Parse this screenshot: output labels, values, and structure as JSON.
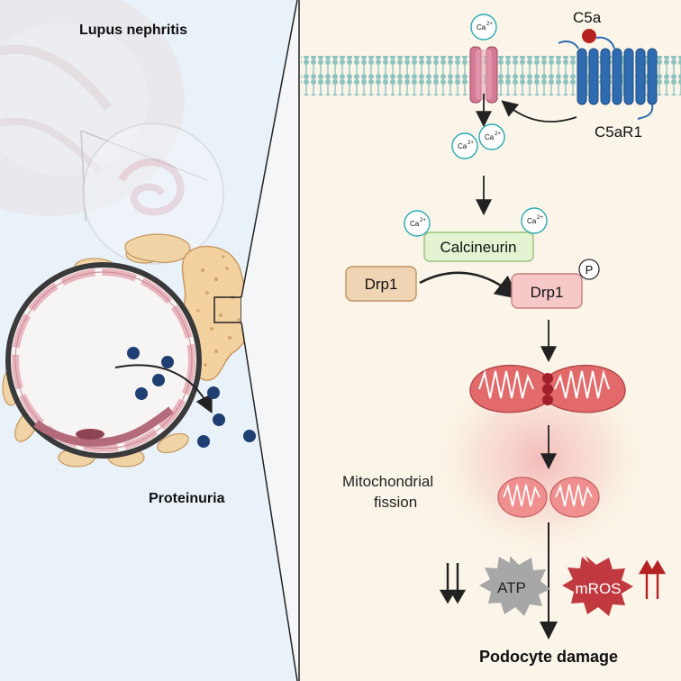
{
  "left": {
    "title": "Lupus nephritis",
    "bottom_label": "Proteinuria"
  },
  "right": {
    "ca_label": "Ca",
    "ca_superscript": "2+",
    "ligand": "C5a",
    "receptor": "C5aR1",
    "calcineurin": "Calcineurin",
    "drp1": "Drp1",
    "drp1_phospho": "Drp1",
    "phospho": "P",
    "fission_line1": "Mitochondrial",
    "fission_line2": "fission",
    "atp": "ATP",
    "mros": "mROS",
    "outcome": "Podocyte damage"
  },
  "colors": {
    "left_bg": "#eaf2f9",
    "right_bg": "#faf5e8",
    "membrane": "#8fc3c0",
    "channel": "#d47a96",
    "receptor": "#2e6bb0",
    "ligand": "#b52222",
    "calcineurin_fill": "#e4f3d2",
    "drp1_fill": "#f0d5b4",
    "drp1p_fill": "#f7c8c8",
    "mito": "#e26a6a",
    "protein_dot": "#1f3f73",
    "atp_fill": "#a7a7a7",
    "mros_fill": "#c0393f"
  }
}
